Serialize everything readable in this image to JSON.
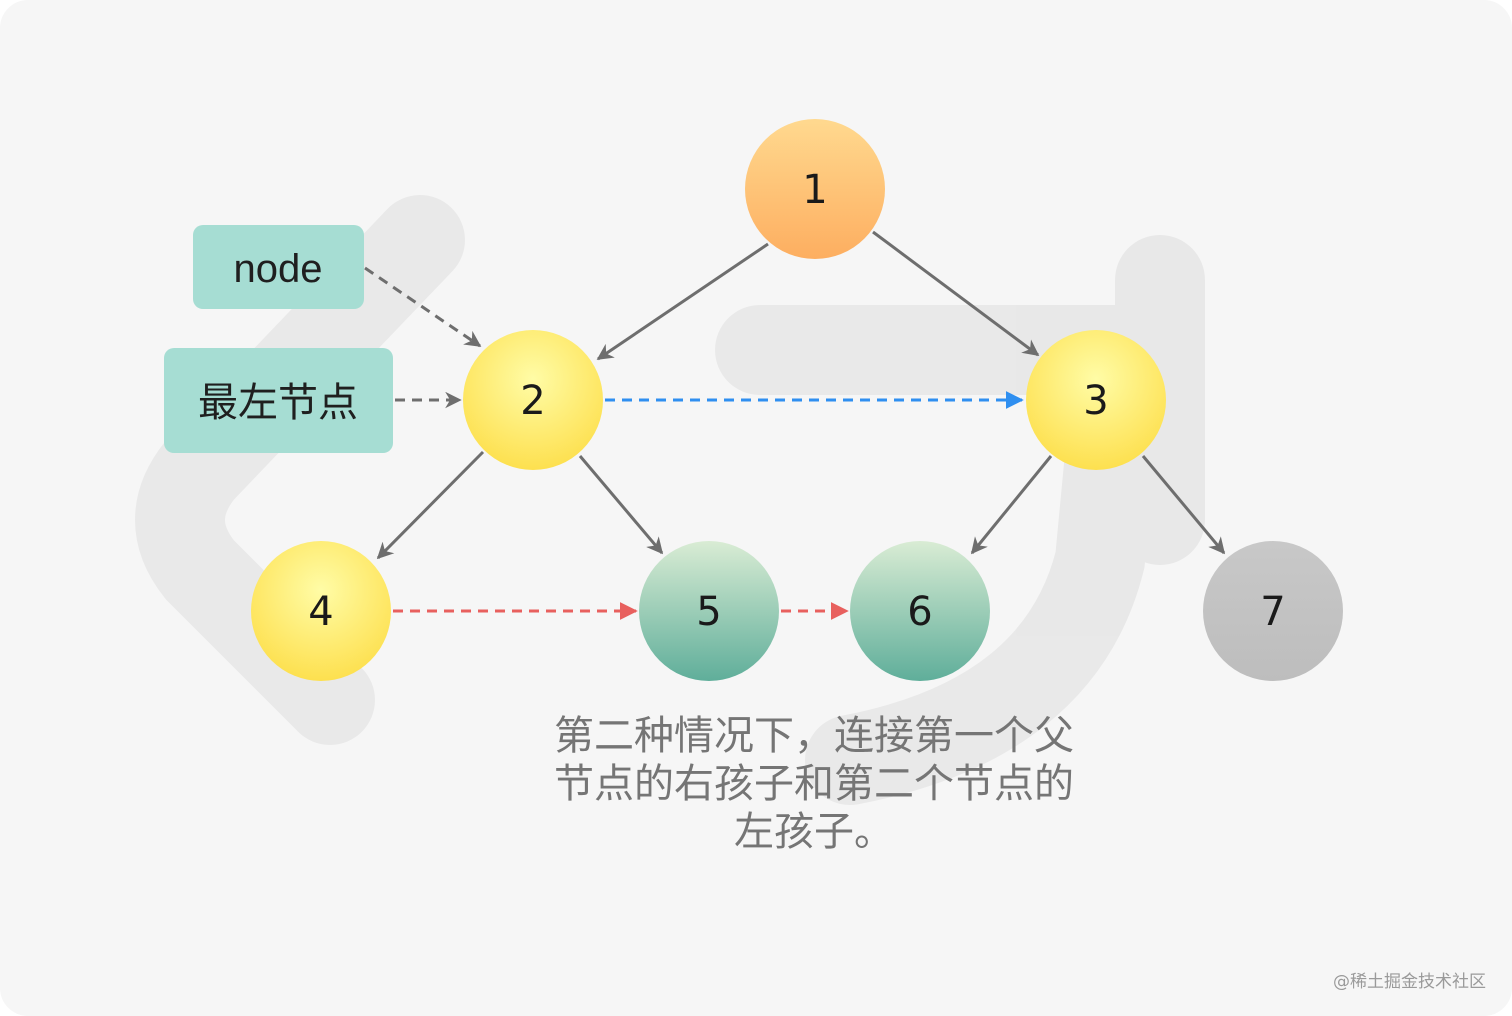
{
  "nodes": [
    {
      "id": "1",
      "label": "1",
      "fill": "orange"
    },
    {
      "id": "2",
      "label": "2",
      "fill": "yellow"
    },
    {
      "id": "3",
      "label": "3",
      "fill": "yellow"
    },
    {
      "id": "4",
      "label": "4",
      "fill": "yellow"
    },
    {
      "id": "5",
      "label": "5",
      "fill": "teal"
    },
    {
      "id": "6",
      "label": "6",
      "fill": "teal"
    },
    {
      "id": "7",
      "label": "7",
      "fill": "gray"
    }
  ],
  "edges": [
    {
      "from": "1",
      "to": "2",
      "kind": "tree"
    },
    {
      "from": "1",
      "to": "3",
      "kind": "tree"
    },
    {
      "from": "2",
      "to": "4",
      "kind": "tree"
    },
    {
      "from": "2",
      "to": "5",
      "kind": "tree"
    },
    {
      "from": "3",
      "to": "6",
      "kind": "tree"
    },
    {
      "from": "3",
      "to": "7",
      "kind": "tree"
    },
    {
      "from": "2",
      "to": "3",
      "kind": "next-blue"
    },
    {
      "from": "4",
      "to": "5",
      "kind": "next-red"
    },
    {
      "from": "5",
      "to": "6",
      "kind": "next-red"
    }
  ],
  "tags": {
    "node": "node",
    "leftmost": "最左节点"
  },
  "caption_lines": [
    "第二种情况下，连接第一个父",
    "节点的右孩子和第二个节点的",
    "左孩子。"
  ],
  "credit": "@稀土掘金技术社区",
  "colors": {
    "tree_arrow": "#6e6e6e",
    "blue_link": "#2f8ff0",
    "red_link": "#e8605e",
    "tag_fill": "#a6ddd3",
    "yellow": "#fde561",
    "orange": "#fdb566",
    "teal": "#7fc0a9",
    "gray": "#c4c4c4"
  }
}
